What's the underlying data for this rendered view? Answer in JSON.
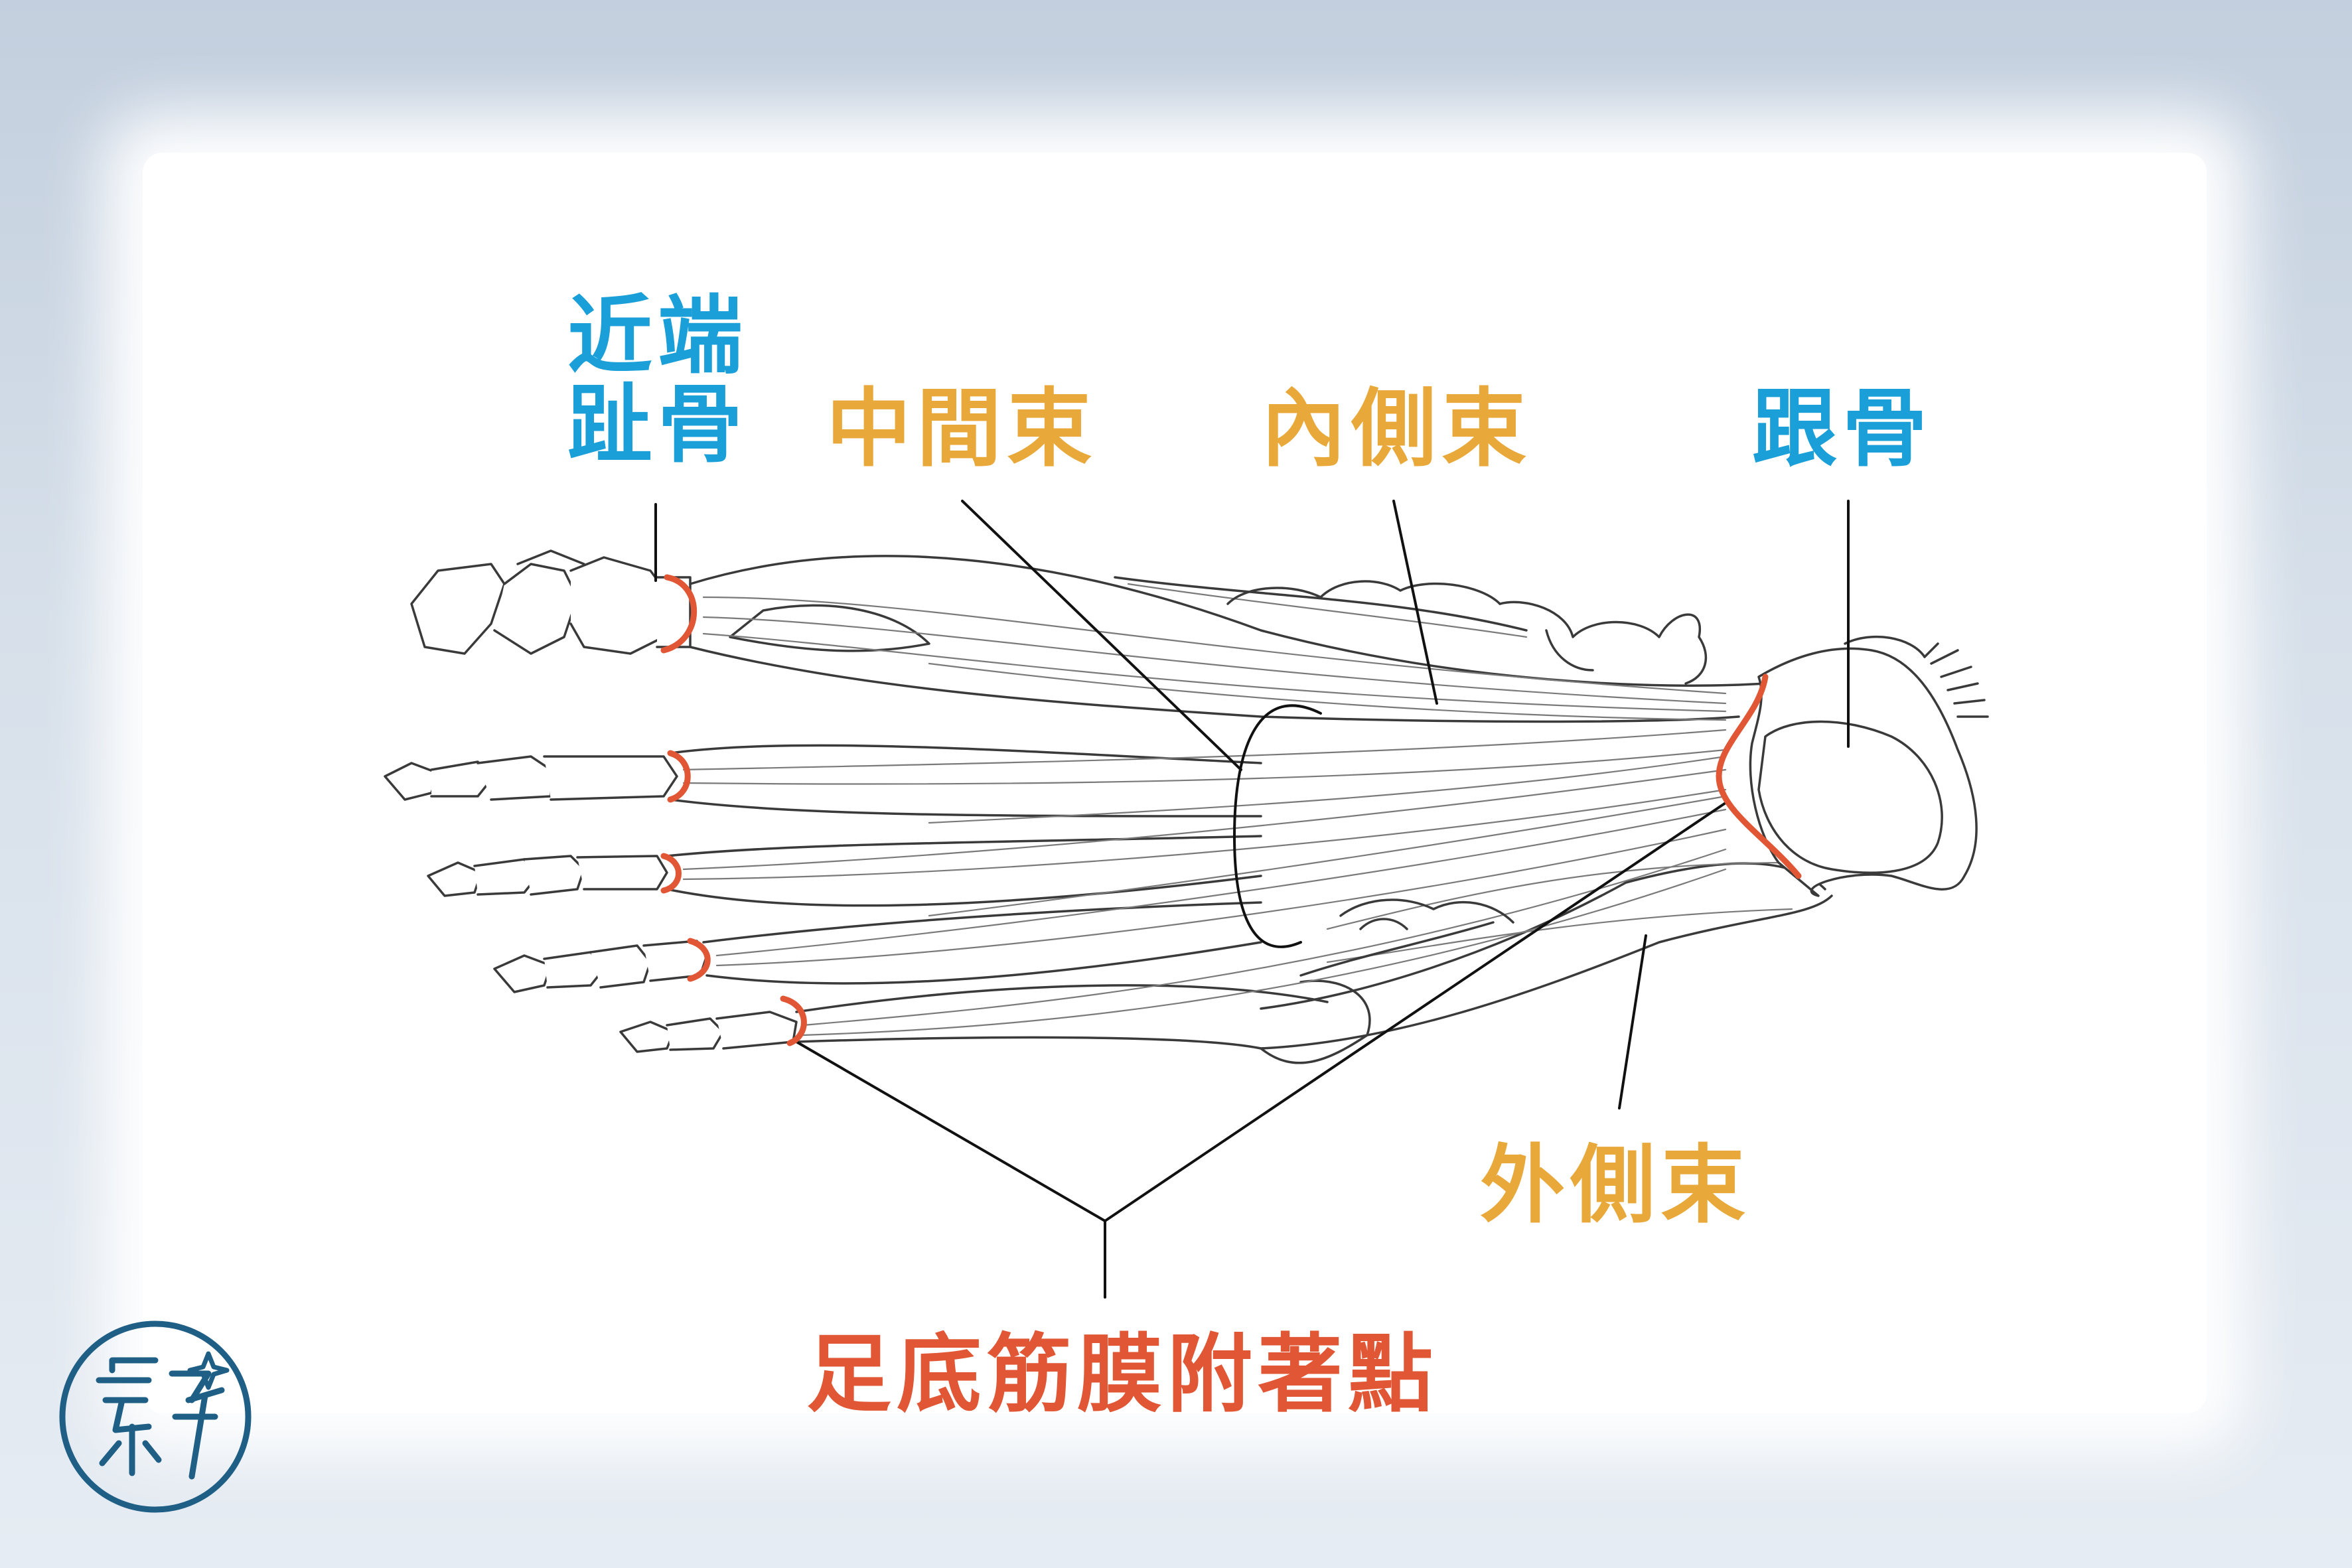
{
  "labels": {
    "proximal_phalanx_line1": "近端",
    "proximal_phalanx_line2": "趾骨",
    "central_band": "中間束",
    "medial_band": "內側束",
    "calcaneus": "跟骨",
    "lateral_band": "外側束",
    "attachment_points": "足底筋膜附著點"
  },
  "colors": {
    "bone_label": "#1a9fd8",
    "band_label": "#e8a93a",
    "attachment_label": "#e15634",
    "attachment_mark": "#e15634",
    "sketch_stroke": "#3a3a3a",
    "logo": "#1f5f86"
  },
  "icons": {
    "logo": "brand-seal-logo"
  }
}
